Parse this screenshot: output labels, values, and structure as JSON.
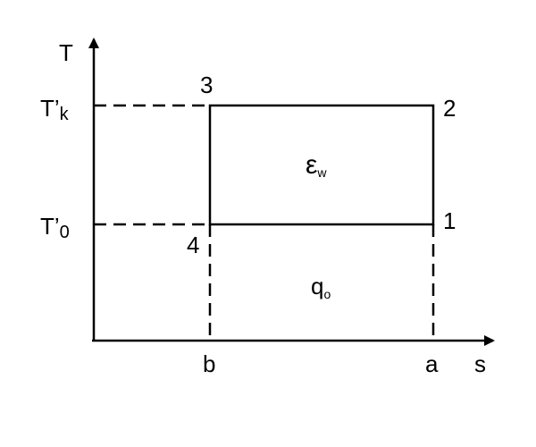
{
  "axes": {
    "y_label": "T",
    "x_label": "s"
  },
  "y_ticks": {
    "upper_prefix": "T’",
    "upper_sub": "k",
    "lower_prefix": "T’",
    "lower_sub": "0"
  },
  "x_ticks": {
    "left": "b",
    "right": "a"
  },
  "points": {
    "p1": "1",
    "p2": "2",
    "p3": "3",
    "p4": "4"
  },
  "regions": {
    "work_symbol": "ε",
    "work_sub": "w",
    "heat_symbol": "q",
    "heat_sub": "o"
  }
}
